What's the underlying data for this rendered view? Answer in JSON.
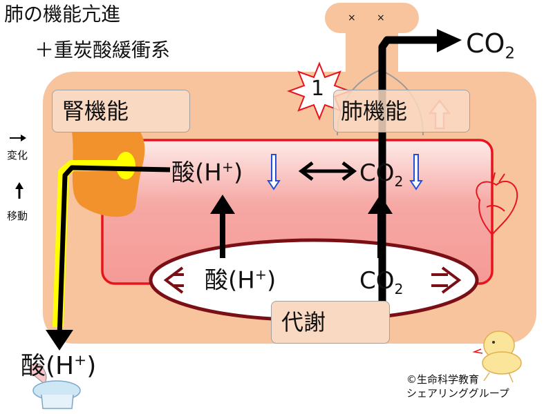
{
  "title": {
    "line1": "肺の機能亢進",
    "line2": "＋重炭酸緩衝系"
  },
  "legend": {
    "change_label": "変化",
    "move_label": "移動"
  },
  "boxes": {
    "kidney": "腎機能",
    "lung": "肺機能",
    "metabolism": "代謝"
  },
  "badge": "1",
  "blood": {
    "acid_base": "酸(H",
    "acid_sup": "+",
    "acid_close": ")",
    "co2_base": "CO",
    "co2_sub": "2"
  },
  "metabolism_products": {
    "acid_base": "酸(H",
    "acid_sup": "+",
    "acid_close": ")",
    "co2_base": "CO",
    "co2_sub": "2"
  },
  "exhaled": {
    "co2_base": "CO",
    "co2_sub": "2"
  },
  "excreted": {
    "acid_base": "酸(H",
    "acid_sup": "+",
    "acid_close": ")"
  },
  "credit": {
    "line1": "©生命科学教育",
    "line2": "シェアリンググループ"
  },
  "colors": {
    "body": "#f7c49e",
    "blood_fill": "#f6a3a0",
    "blood_border": "#e8141c",
    "metabolism_border": "#7a1016",
    "kidney": "#f2922c",
    "yellow": "#ffff00",
    "down_arrow": "#1f4fd6",
    "up_arrow": "#e85050"
  }
}
